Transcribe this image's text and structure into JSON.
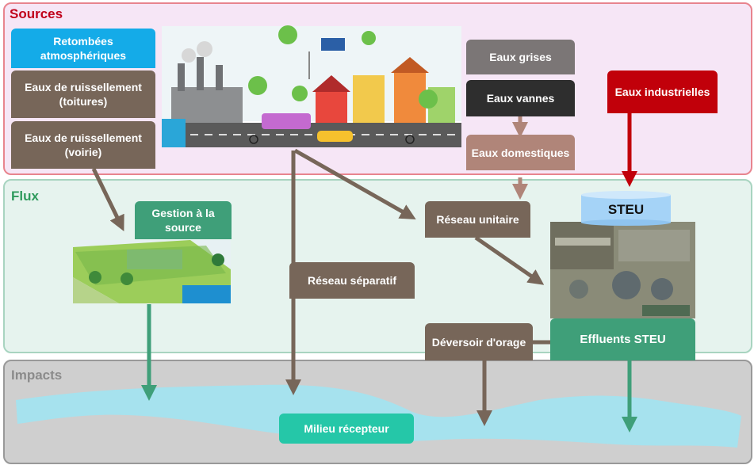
{
  "panels": {
    "sources": "Sources",
    "flux": "Flux",
    "impacts": "Impacts"
  },
  "sources": {
    "retombees": "Retombées atmosphériques",
    "toitures": "Eaux de ruissellement (toitures)",
    "voirie": "Eaux de ruissellement (voirie)",
    "eaux_grises": "Eaux grises",
    "eaux_vannes": "Eaux vannes",
    "eaux_domestiques": "Eaux domestiques",
    "eaux_industrielles": "Eaux industrielles"
  },
  "flux": {
    "gestion_source": "Gestion à la source",
    "reseau_unitaire": "Réseau unitaire",
    "reseau_separatif": "Réseau séparatif",
    "steu": "STEU",
    "deversoir": "Déversoir d'orage",
    "effluents": "Effluents STEU"
  },
  "impacts": {
    "milieu": "Milieu récepteur"
  },
  "colors": {
    "sources_border": "#e8848e",
    "sources_bg": "#f6e6f6",
    "sources_title": "#c0001a",
    "flux_border": "#a8d4c0",
    "flux_bg": "#e6f3ee",
    "flux_title": "#2e9a5c",
    "impacts_border": "#999999",
    "impacts_bg": "#cfcfcf",
    "impacts_title": "#8b8b8b",
    "river": "#a6e2ee",
    "arrow_brown": "#776659",
    "arrow_green": "#3f9f79",
    "arrow_red": "#c1000a",
    "arrow_pink": "#b08579"
  },
  "icons": [
    "city-illustration",
    "green-roof-illustration",
    "treatment-plant-aerial-photo"
  ]
}
